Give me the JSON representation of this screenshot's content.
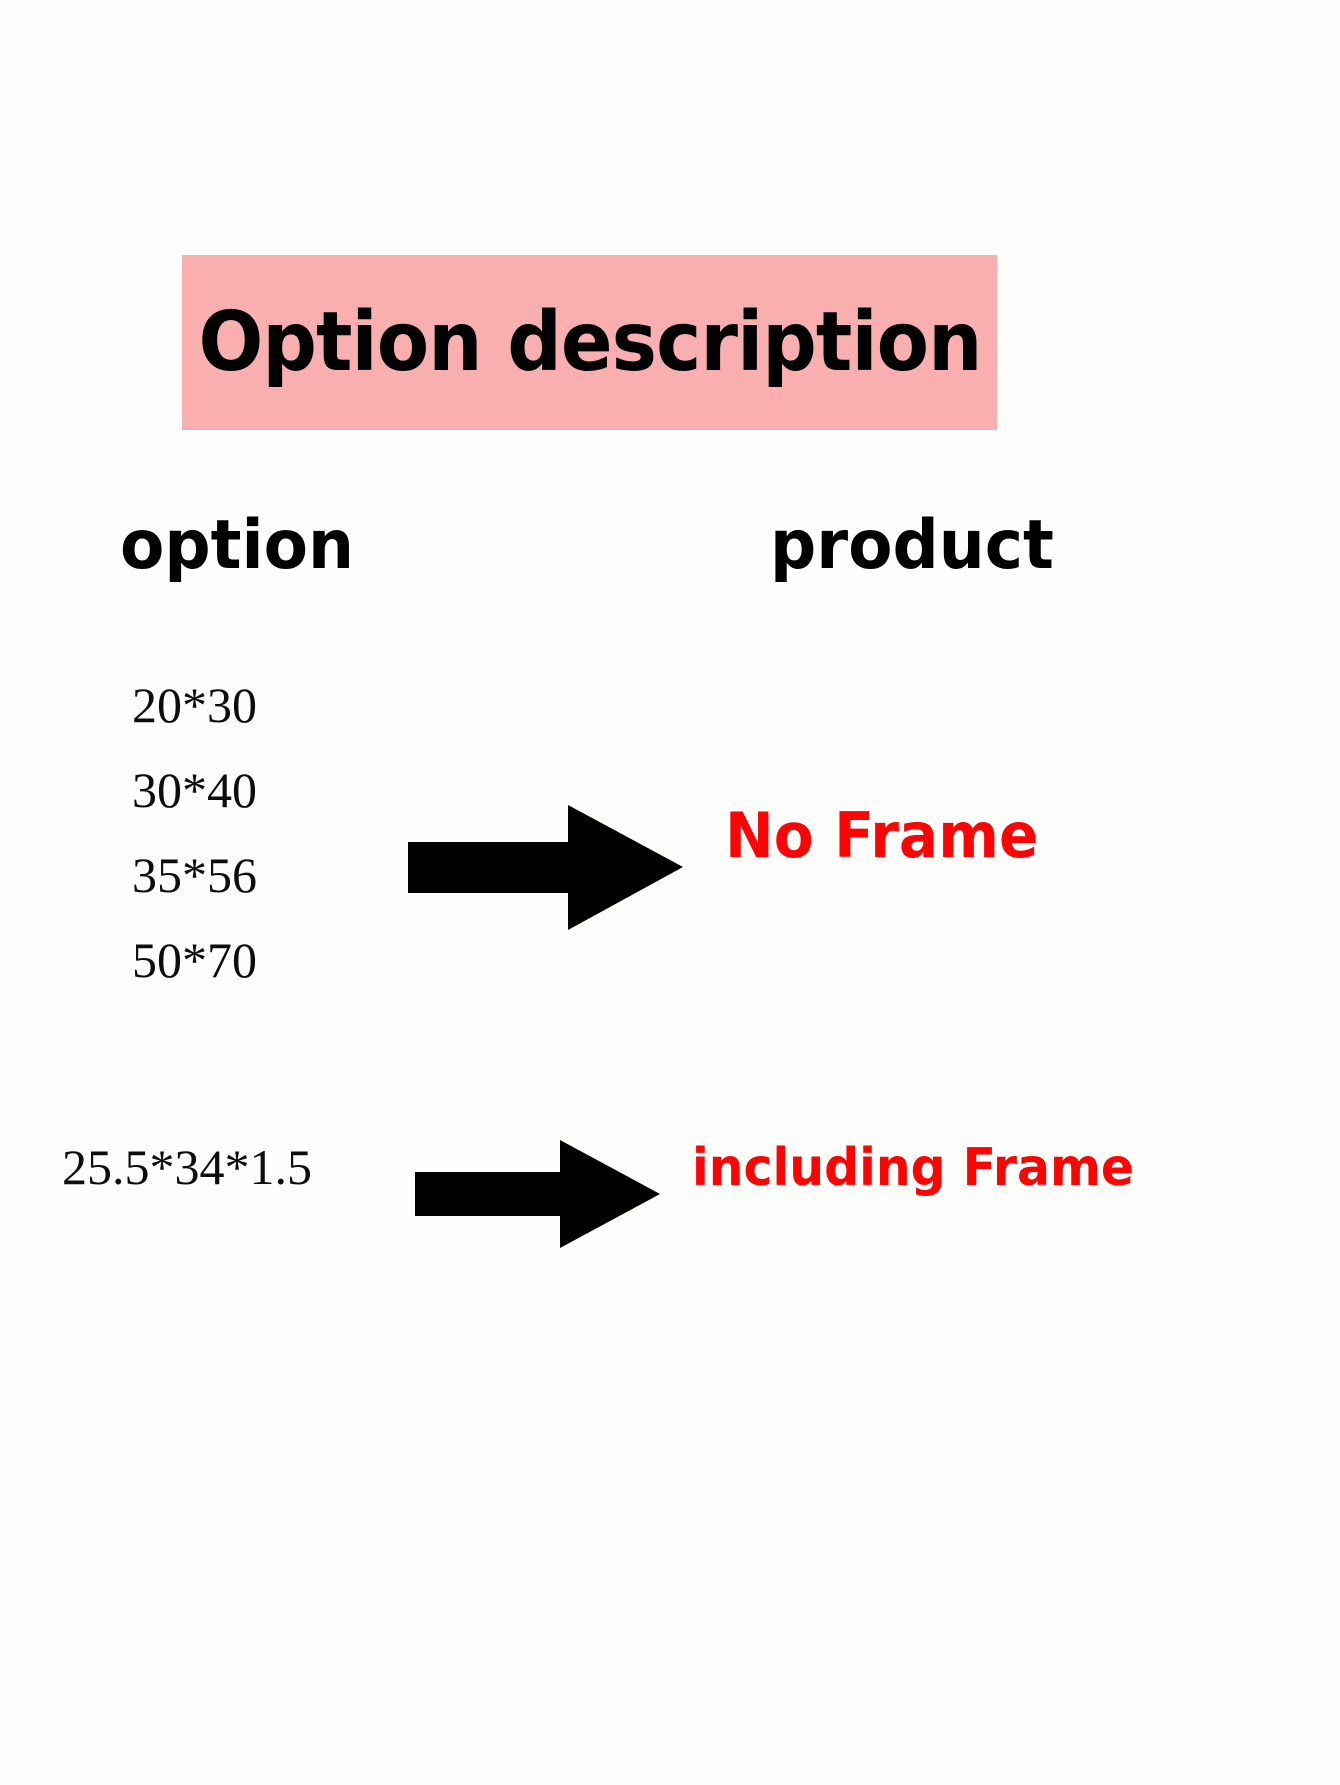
{
  "banner": {
    "title": "Option description",
    "background_color": "#f9aeb0",
    "text_color": "#000000"
  },
  "columns": {
    "option_header": "option",
    "product_header": "product"
  },
  "rows": [
    {
      "options": [
        "20*30",
        "30*40",
        "35*56",
        "50*70"
      ],
      "arrow_icon": "right-arrow-icon",
      "product": "No Frame",
      "product_color": "#fc0304"
    },
    {
      "options": [
        "25.5*34*1.5"
      ],
      "arrow_icon": "right-arrow-icon",
      "product": "including Frame",
      "product_color": "#fc0304"
    }
  ],
  "page": {
    "background_color": "#fdfdfb"
  }
}
